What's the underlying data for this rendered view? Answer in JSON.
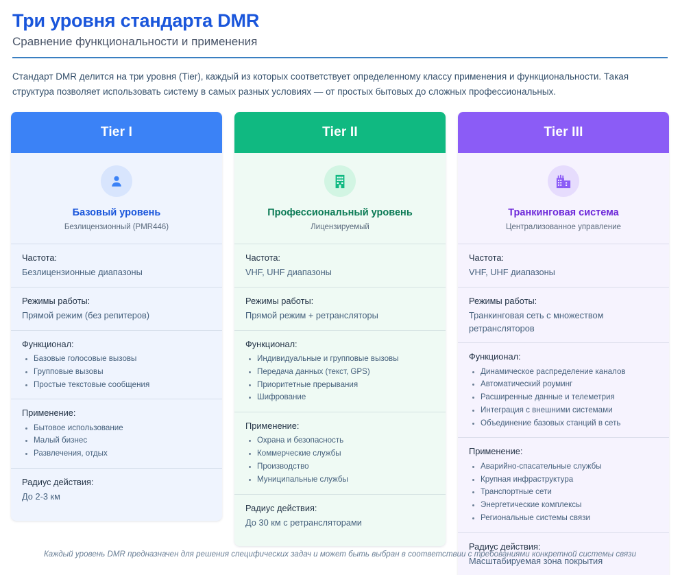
{
  "header": {
    "title": "Три уровня стандарта DMR",
    "subtitle": "Сравнение функциональности и применения",
    "accent_color": "#1a56db",
    "rule_color": "#3a7fc1"
  },
  "intro": {
    "text": "Стандарт DMR делится на три уровня (Tier), каждый из которых соответствует определенному классу применения и функциональности. Такая структура позволяет использовать систему в самых разных условиях — от простых бытовых до сложных профессиональных."
  },
  "cards": [
    {
      "tier_label": "Tier I",
      "header_color": "#3b82f6",
      "body_color": "#eff4fe",
      "icon_bg": "#d8e5fd",
      "icon_color": "#3b82f6",
      "icon_name": "person-icon",
      "name": "Базовый уровень",
      "name_color": "#1a56db",
      "subtitle": "Безлицензионный (PMR446)",
      "sections": [
        {
          "label": "Частота:",
          "value": "Безлицензионные диапазоны",
          "items": []
        },
        {
          "label": "Режимы работы:",
          "value": "Прямой режим (без репитеров)",
          "items": []
        },
        {
          "label": "Функционал:",
          "value": "",
          "items": [
            "Базовые голосовые вызовы",
            "Групповые вызовы",
            "Простые текстовые сообщения"
          ]
        },
        {
          "label": "Применение:",
          "value": "",
          "items": [
            "Бытовое использование",
            "Малый бизнес",
            "Развлечения, отдых"
          ]
        },
        {
          "label": "Радиус действия:",
          "value": "До 2-3 км",
          "items": []
        }
      ]
    },
    {
      "tier_label": "Tier II",
      "header_color": "#10b981",
      "body_color": "#effaf4",
      "icon_bg": "#d2f5e3",
      "icon_color": "#10b981",
      "icon_name": "building-icon",
      "name": "Профессиональный уровень",
      "name_color": "#0b7a55",
      "subtitle": "Лицензируемый",
      "sections": [
        {
          "label": "Частота:",
          "value": "VHF, UHF диапазоны",
          "items": []
        },
        {
          "label": "Режимы работы:",
          "value": "Прямой режим + ретрансляторы",
          "items": []
        },
        {
          "label": "Функционал:",
          "value": "",
          "items": [
            "Индивидуальные и групповые вызовы",
            "Передача данных (текст, GPS)",
            "Приоритетные прерывания",
            "Шифрование"
          ]
        },
        {
          "label": "Применение:",
          "value": "",
          "items": [
            "Охрана и безопасность",
            "Коммерческие службы",
            "Производство",
            "Муниципальные службы"
          ]
        },
        {
          "label": "Радиус действия:",
          "value": "До 30 км с ретрансляторами",
          "items": []
        }
      ]
    },
    {
      "tier_label": "Tier III",
      "header_color": "#8b5cf6",
      "body_color": "#f6f3fe",
      "icon_bg": "#e6dcfd",
      "icon_color": "#8b5cf6",
      "icon_name": "city-icon",
      "name": "Транкинговая система",
      "name_color": "#6d28d9",
      "subtitle": "Централизованное управление",
      "sections": [
        {
          "label": "Частота:",
          "value": "VHF, UHF диапазоны",
          "items": []
        },
        {
          "label": "Режимы работы:",
          "value": "Транкинговая сеть с множеством ретрансляторов",
          "items": []
        },
        {
          "label": "Функционал:",
          "value": "",
          "items": [
            "Динамическое распределение каналов",
            "Автоматический роуминг",
            "Расширенные данные и телеметрия",
            "Интеграция с внешними системами",
            "Объединение базовых станций в сеть"
          ]
        },
        {
          "label": "Применение:",
          "value": "",
          "items": [
            "Аварийно-спасательные службы",
            "Крупная инфраструктура",
            "Транспортные сети",
            "Энергетические комплексы",
            "Региональные системы связи"
          ]
        },
        {
          "label": "Радиус действия:",
          "value": "Масштабируемая зона покрытия",
          "items": []
        }
      ]
    }
  ],
  "footer": {
    "text": "Каждый уровень DMR предназначен для решения специфических задач и может быть выбран в соответствии с требованиями конкретной системы связи"
  }
}
